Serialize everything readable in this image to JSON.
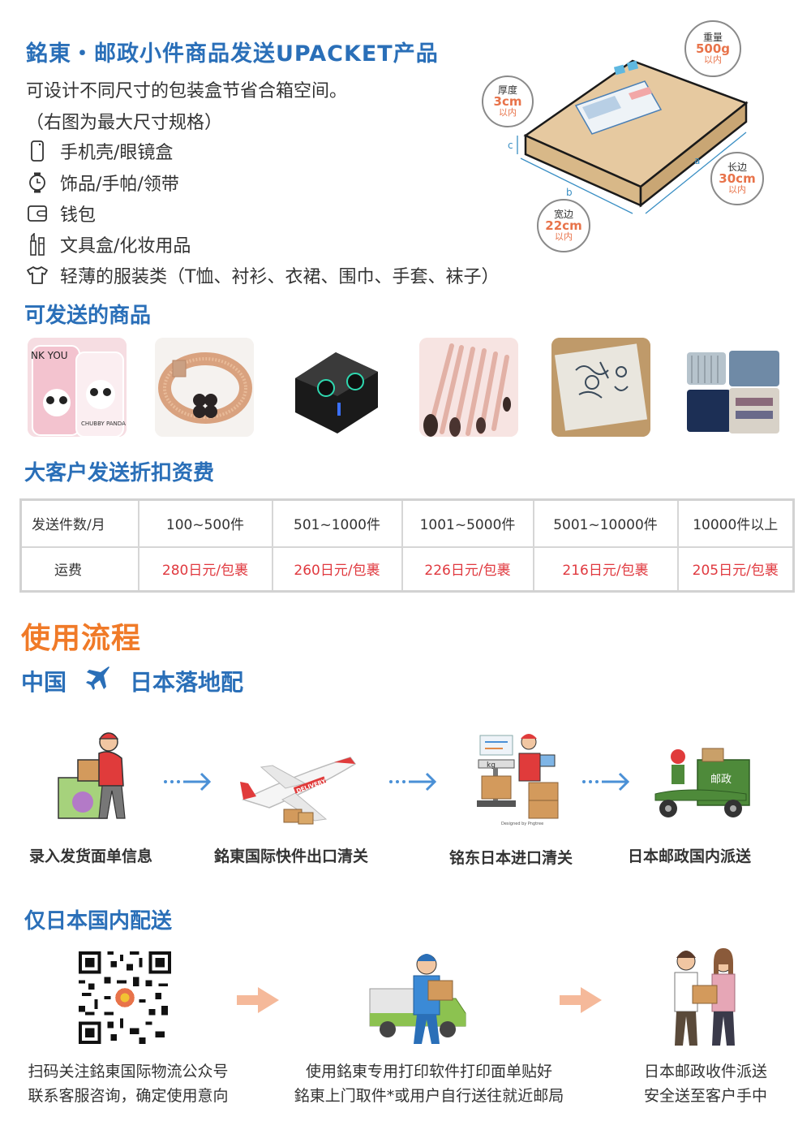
{
  "header": {
    "title": "銘東・邮政小件商品发送UPACKET产品",
    "intro1": "可设计不同尺寸的包装盒节省合箱空间。",
    "intro2": "（右图为最大尺寸规格）"
  },
  "features": [
    {
      "icon": "phone-icon",
      "label": "手机壳/眼镜盒"
    },
    {
      "icon": "watch-icon",
      "label": "饰品/手帕/领带"
    },
    {
      "icon": "wallet-icon",
      "label": "钱包"
    },
    {
      "icon": "cosmetics-icon",
      "label": "文具盒/化妆用品"
    },
    {
      "icon": "tshirt-icon",
      "label": "轻薄的服装类（T恤、衬衫、衣裙、围巾、手套、袜子）"
    }
  ],
  "box_spec": {
    "weight": {
      "label": "重量",
      "value": "500g",
      "suffix": "以内"
    },
    "thickness": {
      "label": "厚度",
      "value": "3cm",
      "suffix": "以内"
    },
    "length": {
      "label": "长边",
      "value": "30cm",
      "suffix": "以内"
    },
    "width": {
      "label": "宽边",
      "value": "22cm",
      "suffix": "以内"
    },
    "dim_a": "a",
    "dim_b": "b",
    "dim_c": "c"
  },
  "products_title": "可发送的商品",
  "products": [
    {
      "name": "panda-phone-cases",
      "text": "NK YOU",
      "text2": "CHUBBY PANDA"
    },
    {
      "name": "rose-gold-bracelet"
    },
    {
      "name": "wireless-earbuds"
    },
    {
      "name": "makeup-brushes"
    },
    {
      "name": "cloth-in-box"
    },
    {
      "name": "wallets"
    }
  ],
  "rates": {
    "title": "大客户发送折扣资费",
    "row1_head": "发送件数/月",
    "row2_head": "运费",
    "tiers": [
      "100~500件",
      "501~1000件",
      "1001~5000件",
      "5001~10000件",
      "10000件以上"
    ],
    "prices": [
      "280日元/包裹",
      "260日元/包裹",
      "226日元/包裹",
      "216日元/包裹",
      "205日元/包裹"
    ]
  },
  "flow": {
    "title": "使用流程",
    "sub_from": "中国",
    "sub_to": "日本落地配",
    "steps": [
      "录入发货面单信息",
      "銘東国际快件出口清关",
      "铭东日本进口清关",
      "日本邮政国内派送"
    ],
    "plane_text": "DELIVERY",
    "scale_text": "kg",
    "credit": "Designed by Pngtree",
    "scooter_text": "邮政"
  },
  "domestic": {
    "title": "仅日本国内配送",
    "steps": [
      {
        "line1": "扫码关注銘東国际物流公众号",
        "line2": "联系客服咨询，确定使用意向"
      },
      {
        "line1": "使用銘東专用打印软件打印面单贴好",
        "line2": "銘東上门取件*或用户自行送往就近邮局"
      },
      {
        "line1": "日本邮政收件派送",
        "line2": "安全送至客户手中"
      }
    ]
  },
  "colors": {
    "brand_blue": "#2a6fb8",
    "orange": "#f07a28",
    "price_red": "#e0393f"
  }
}
